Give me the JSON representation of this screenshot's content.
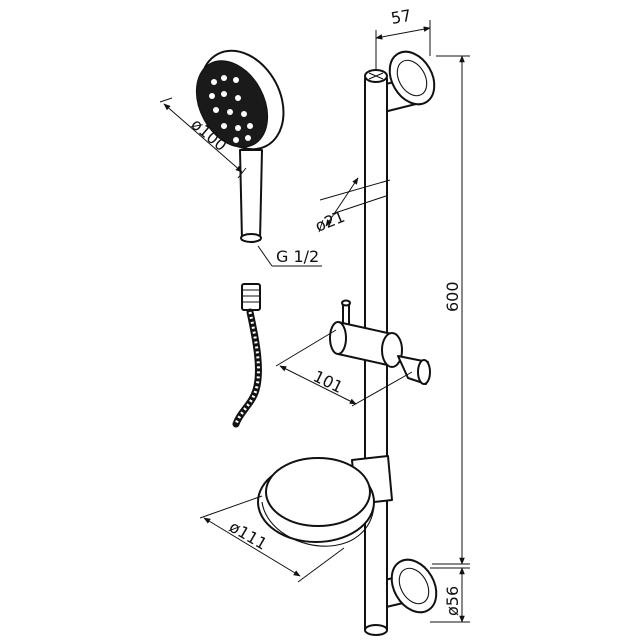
{
  "dimensions": {
    "bar_offset": "57",
    "bar_length": "600",
    "head_diameter": "ø100",
    "bar_diameter": "ø21",
    "thread": "G 1/2",
    "slider_length": "101",
    "dish_diameter": "ø111",
    "bracket_diameter": "ø56"
  }
}
